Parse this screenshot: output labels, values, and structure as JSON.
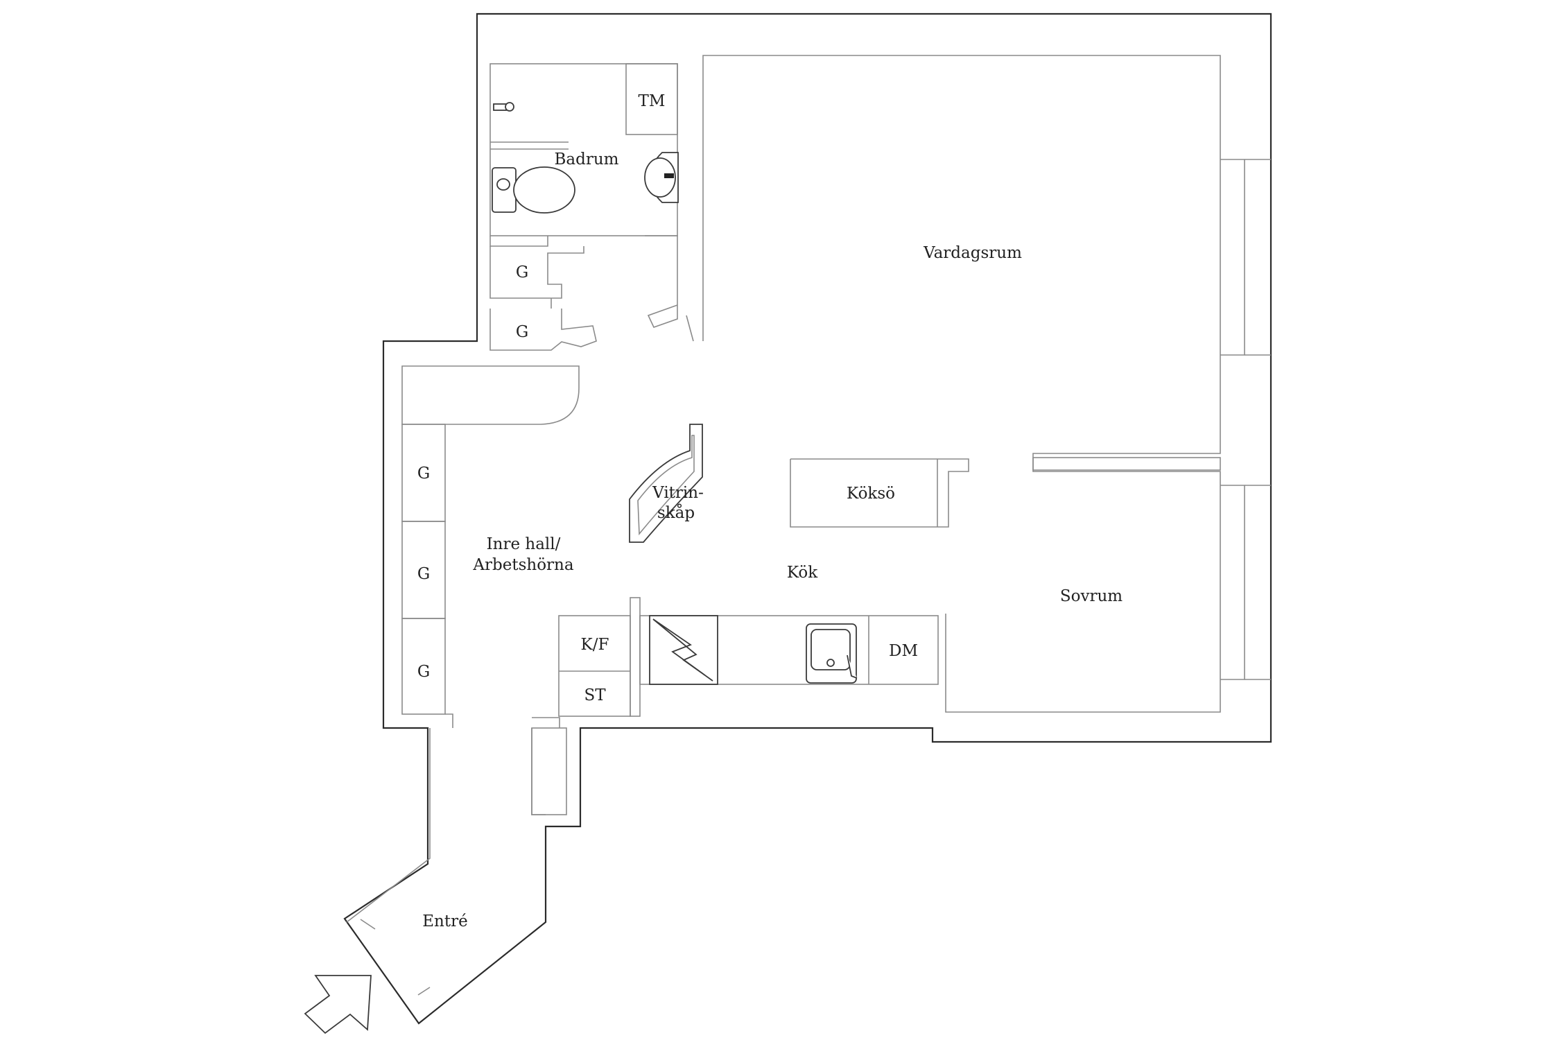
{
  "rooms": {
    "vardagsrum": "Vardagsrum",
    "badrum": "Badrum",
    "kok": "Kök",
    "sovrum": "Sovrum",
    "entre": "Entré",
    "inre_hall_line1": "Inre hall/",
    "inre_hall_line2": "Arbetshörna"
  },
  "fixtures": {
    "tm": "TM",
    "koksö": "Köksö",
    "vitrinskap_line1": "Vitrin-",
    "vitrinskap_line2": "skåp",
    "kf": "K/F",
    "st": "ST",
    "dm": "DM",
    "wardrobe": "G"
  },
  "colors": {
    "outer_wall": "#2b2b2b",
    "inner_wall": "#8a8a8a",
    "label": "#222222",
    "background": "#ffffff"
  }
}
